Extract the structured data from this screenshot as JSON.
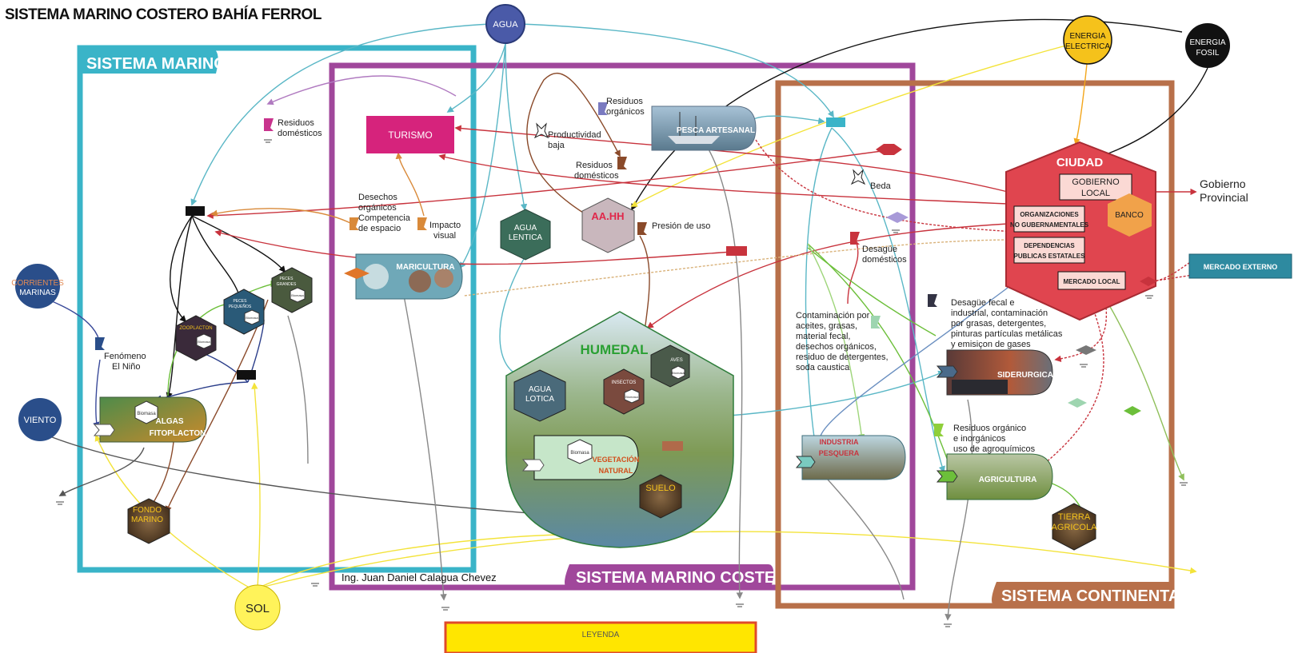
{
  "diagram_title": "SISTEMA MARINO COSTERO BAHÍA FERROL",
  "author": "Ing. Juan Daniel Calagua Chevez",
  "legend_label": "LEYENDA",
  "frames": {
    "marino": "SISTEMA MARINO",
    "costero": "SISTEMA MARINO COSTERO",
    "continental": "SISTEMA CONTINENTAL"
  },
  "sources": {
    "agua": "AGUA",
    "energia_electrica": [
      "ENERGIA",
      "ELECTRICA"
    ],
    "energia_fosil": [
      "ENERGIA",
      "FOSIL"
    ],
    "corrientes": [
      "CORRIENTES",
      "MARINAS"
    ],
    "viento": "VIENTO",
    "sol": "SOL",
    "gobierno_provincial": [
      "Gobierno",
      "Provincial"
    ],
    "mercado_externo": "MERCADO EXTERNO"
  },
  "nodes": {
    "turismo": "TURISMO",
    "pesca": "PESCA ARTESANAL",
    "maricultura": "MARICULTURA",
    "aahh": "AA.HH",
    "agua_lentica": [
      "AGUA",
      "LENTICA"
    ],
    "agua_lotica": [
      "AGUA",
      "LOTICA"
    ],
    "humedal": "HUMEDAL",
    "insectos": "INSECTOS",
    "aves": "AVES",
    "vegetacion": [
      "VEGETACIÓN",
      "NATURAL"
    ],
    "suelo": "SUELO",
    "zooplacton": "ZOOPLACTON",
    "peces_pequenos": [
      "PECES",
      "PEQUEÑOS"
    ],
    "peces_grandes": [
      "PECES",
      "GRANDES"
    ],
    "algas": [
      "ALGAS",
      "FITOPLACTON"
    ],
    "fondo_marino": [
      "FONDO",
      "MARINO"
    ],
    "siderurgica": "SIDERURGICA",
    "industria_pesquera": [
      "INDUSTRIA",
      "PESQUERA"
    ],
    "agricultura": "AGRICULTURA",
    "tierra_agricola": [
      "TIERRA",
      "AGRICOLA"
    ],
    "biomasa": "Biomasa"
  },
  "ciudad": {
    "title": "CIUDAD",
    "gobierno_local": [
      "GOBIERNO",
      "LOCAL"
    ],
    "banco": "BANCO",
    "ong": [
      "ORGANIZACIONES",
      "NO GUBERNAMENTALES"
    ],
    "dependencias": [
      "DEPENDENCIAS",
      "PUBLICAS ESTATALES"
    ],
    "mercado_local": "MERCADO LOCAL"
  },
  "annotations": {
    "residuos_domesticos_1": [
      "Residuos",
      "domésticos"
    ],
    "residuos_organicos": [
      "Residuos",
      "orgánicos"
    ],
    "productividad": [
      "Productividad",
      "baja"
    ],
    "residuos_domesticos_2": [
      "Residuos",
      "domésticos"
    ],
    "desechos": [
      "Desechos",
      "orgánicos",
      "Competencia",
      "de espacio"
    ],
    "impacto": [
      "Impacto",
      "visual"
    ],
    "presion": "Presión de uso",
    "beda": "Beda",
    "desague_domesticos": [
      "Desagüe",
      "domésticos"
    ],
    "fenomeno": [
      "Fenómeno",
      "El Niño"
    ],
    "contaminacion": [
      "Contaminación por",
      "aceites, grasas,",
      "material fecal,",
      "desechos orgánicos,",
      "residuo de detergentes,",
      "soda caustica"
    ],
    "desague_fecal": [
      "Desagüe fecal e",
      "industrial, contaminación",
      "por grasas, detergentes,",
      "pinturas partículas metálicas",
      "y emisiçon de gases"
    ],
    "residuos_organico": [
      "Residuos orgánico",
      "e inorgánicos",
      "uso de agroquímicos"
    ]
  },
  "colors": {
    "marino_frame": "#3ab4c8",
    "costero_frame": "#a0479b",
    "continental_frame": "#b8704a",
    "turismo": "#d6237c",
    "ciudad": "#e0454f",
    "agua": "#4a5aa8",
    "sol": "#fff35a",
    "energia_electrica": "#f5c21b",
    "energia_fosil": "#111111",
    "legend_box": "#ffe600"
  }
}
